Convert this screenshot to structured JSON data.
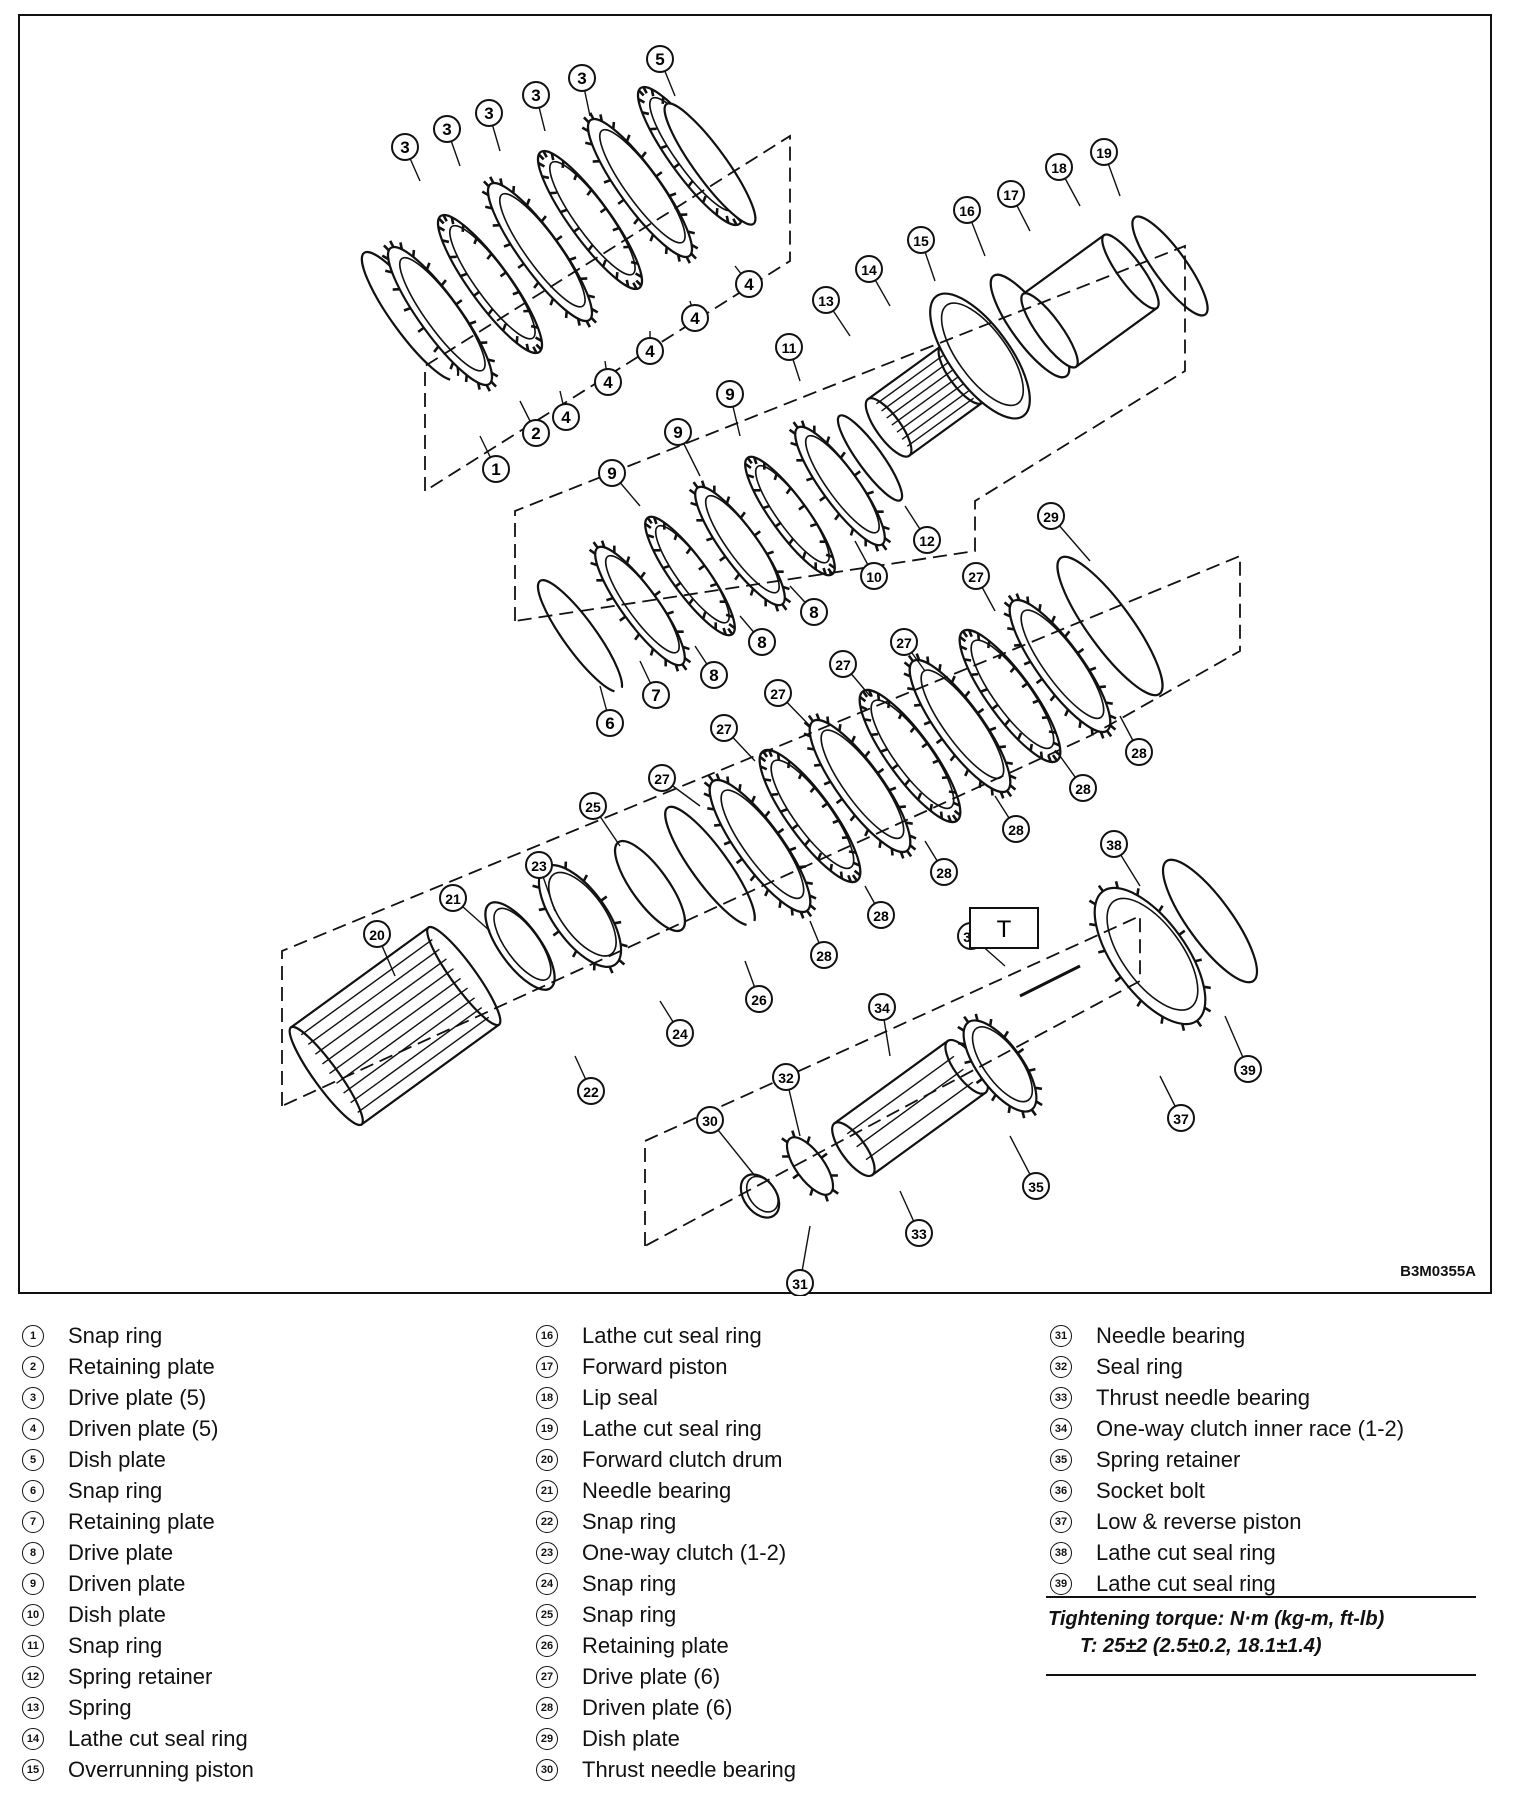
{
  "figure": {
    "code": "B3M0355A",
    "torque_marker": "T"
  },
  "callouts": [
    "1",
    "2",
    "3",
    "3",
    "3",
    "3",
    "3",
    "4",
    "4",
    "4",
    "4",
    "4",
    "5",
    "6",
    "7",
    "8",
    "8",
    "8",
    "9",
    "9",
    "9",
    "10",
    "11",
    "12",
    "13",
    "14",
    "15",
    "16",
    "17",
    "18",
    "19",
    "20",
    "21",
    "22",
    "23",
    "24",
    "25",
    "26",
    "27",
    "27",
    "27",
    "27",
    "27",
    "27",
    "28",
    "28",
    "28",
    "28",
    "28",
    "28",
    "29",
    "30",
    "31",
    "32",
    "33",
    "34",
    "35",
    "36",
    "37",
    "38",
    "39"
  ],
  "legend": [
    {
      "num": "1",
      "label": "Snap ring"
    },
    {
      "num": "2",
      "label": "Retaining plate"
    },
    {
      "num": "3",
      "label": "Drive plate (5)"
    },
    {
      "num": "4",
      "label": "Driven plate (5)"
    },
    {
      "num": "5",
      "label": "Dish plate"
    },
    {
      "num": "6",
      "label": "Snap ring"
    },
    {
      "num": "7",
      "label": "Retaining plate"
    },
    {
      "num": "8",
      "label": "Drive plate"
    },
    {
      "num": "9",
      "label": "Driven plate"
    },
    {
      "num": "10",
      "label": "Dish plate"
    },
    {
      "num": "11",
      "label": "Snap ring"
    },
    {
      "num": "12",
      "label": "Spring retainer"
    },
    {
      "num": "13",
      "label": "Spring"
    },
    {
      "num": "14",
      "label": "Lathe cut seal ring"
    },
    {
      "num": "15",
      "label": "Overrunning piston"
    },
    {
      "num": "16",
      "label": "Lathe cut seal ring"
    },
    {
      "num": "17",
      "label": "Forward piston"
    },
    {
      "num": "18",
      "label": "Lip seal"
    },
    {
      "num": "19",
      "label": "Lathe cut seal ring"
    },
    {
      "num": "20",
      "label": "Forward clutch drum"
    },
    {
      "num": "21",
      "label": "Needle bearing"
    },
    {
      "num": "22",
      "label": "Snap ring"
    },
    {
      "num": "23",
      "label": "One-way clutch (1-2)"
    },
    {
      "num": "24",
      "label": "Snap ring"
    },
    {
      "num": "25",
      "label": "Snap ring"
    },
    {
      "num": "26",
      "label": "Retaining plate"
    },
    {
      "num": "27",
      "label": "Drive plate (6)"
    },
    {
      "num": "28",
      "label": "Driven plate (6)"
    },
    {
      "num": "29",
      "label": "Dish plate"
    },
    {
      "num": "30",
      "label": "Thrust needle bearing"
    },
    {
      "num": "31",
      "label": "Needle bearing"
    },
    {
      "num": "32",
      "label": "Seal ring"
    },
    {
      "num": "33",
      "label": "Thrust needle bearing"
    },
    {
      "num": "34",
      "label": "One-way clutch inner race (1-2)"
    },
    {
      "num": "35",
      "label": "Spring retainer"
    },
    {
      "num": "36",
      "label": "Socket bolt"
    },
    {
      "num": "37",
      "label": "Low & reverse piston"
    },
    {
      "num": "38",
      "label": "Lathe cut seal ring"
    },
    {
      "num": "39",
      "label": "Lathe cut seal ring"
    }
  ],
  "torque": {
    "title": "Tightening torque: N·m (kg-m, ft-lb)",
    "value": "T: 25±2 (2.5±0.2, 18.1±1.4)"
  }
}
